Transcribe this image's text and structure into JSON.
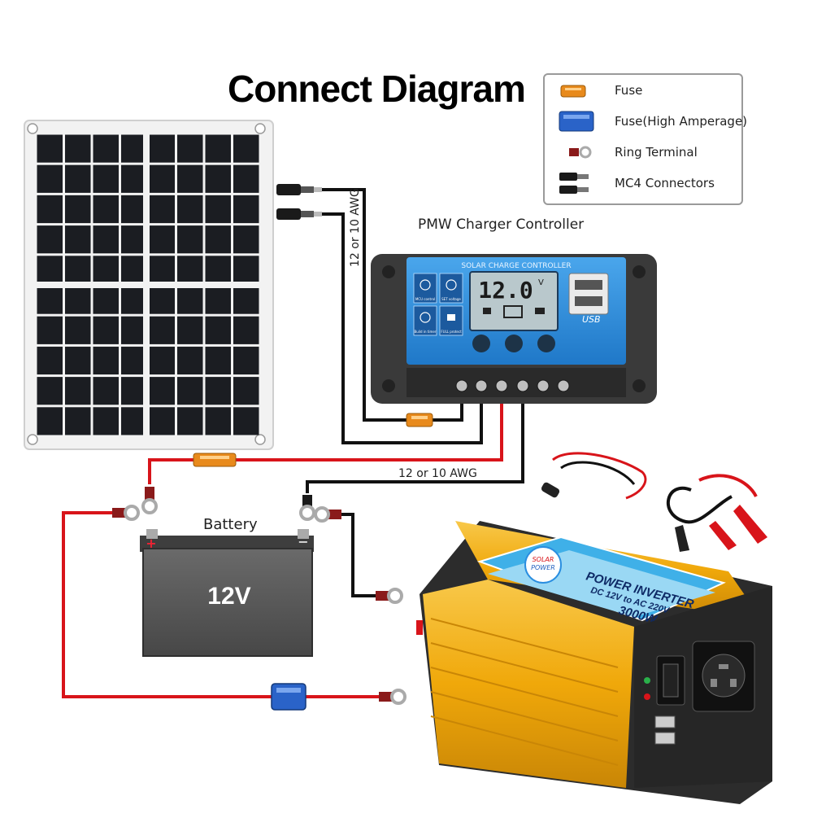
{
  "title": "Connect Diagram",
  "legend": {
    "items": [
      {
        "label": "Fuse",
        "icon": "orange-fuse-icon"
      },
      {
        "label": "Fuse(High Amperage)",
        "icon": "blue-fuse-icon"
      },
      {
        "label": "Ring Terminal",
        "icon": "ring-terminal-icon"
      },
      {
        "label": "MC4 Connectors",
        "icon": "mc4-connector-icon"
      }
    ]
  },
  "controller": {
    "label": "PMW Charger Controller",
    "panel_title": "SOLAR CHARGE CONTROLLER",
    "lcd_value": "12.0",
    "lcd_unit": "V",
    "usb_label": "USB",
    "left_buttons": [
      {
        "label": "MCU control"
      },
      {
        "label": "SET voltage"
      },
      {
        "label": "Build in timer"
      },
      {
        "label": "FULL protect"
      }
    ]
  },
  "wire_gauge_top": "12 or 10 AWG",
  "wire_gauge_bottom": "12 or 10 AWG",
  "battery": {
    "label": "Battery",
    "voltage": "12V",
    "plus": "+",
    "minus": "−"
  },
  "inverter": {
    "brand_line1": "SOLAR",
    "brand_line2": "POWER",
    "title": "POWER INVERTER",
    "subtitle": "DC 12V to AC 220V",
    "power": "3000W"
  },
  "colors": {
    "wire_red": "#d8141a",
    "wire_black": "#111111",
    "fuse_orange": "#e88a1c",
    "fuse_blue": "#2a63c8",
    "controller_blue": "#2a8ee0",
    "inverter_yellow": "#f2b310",
    "battery_gray": "#5a5a5a"
  }
}
